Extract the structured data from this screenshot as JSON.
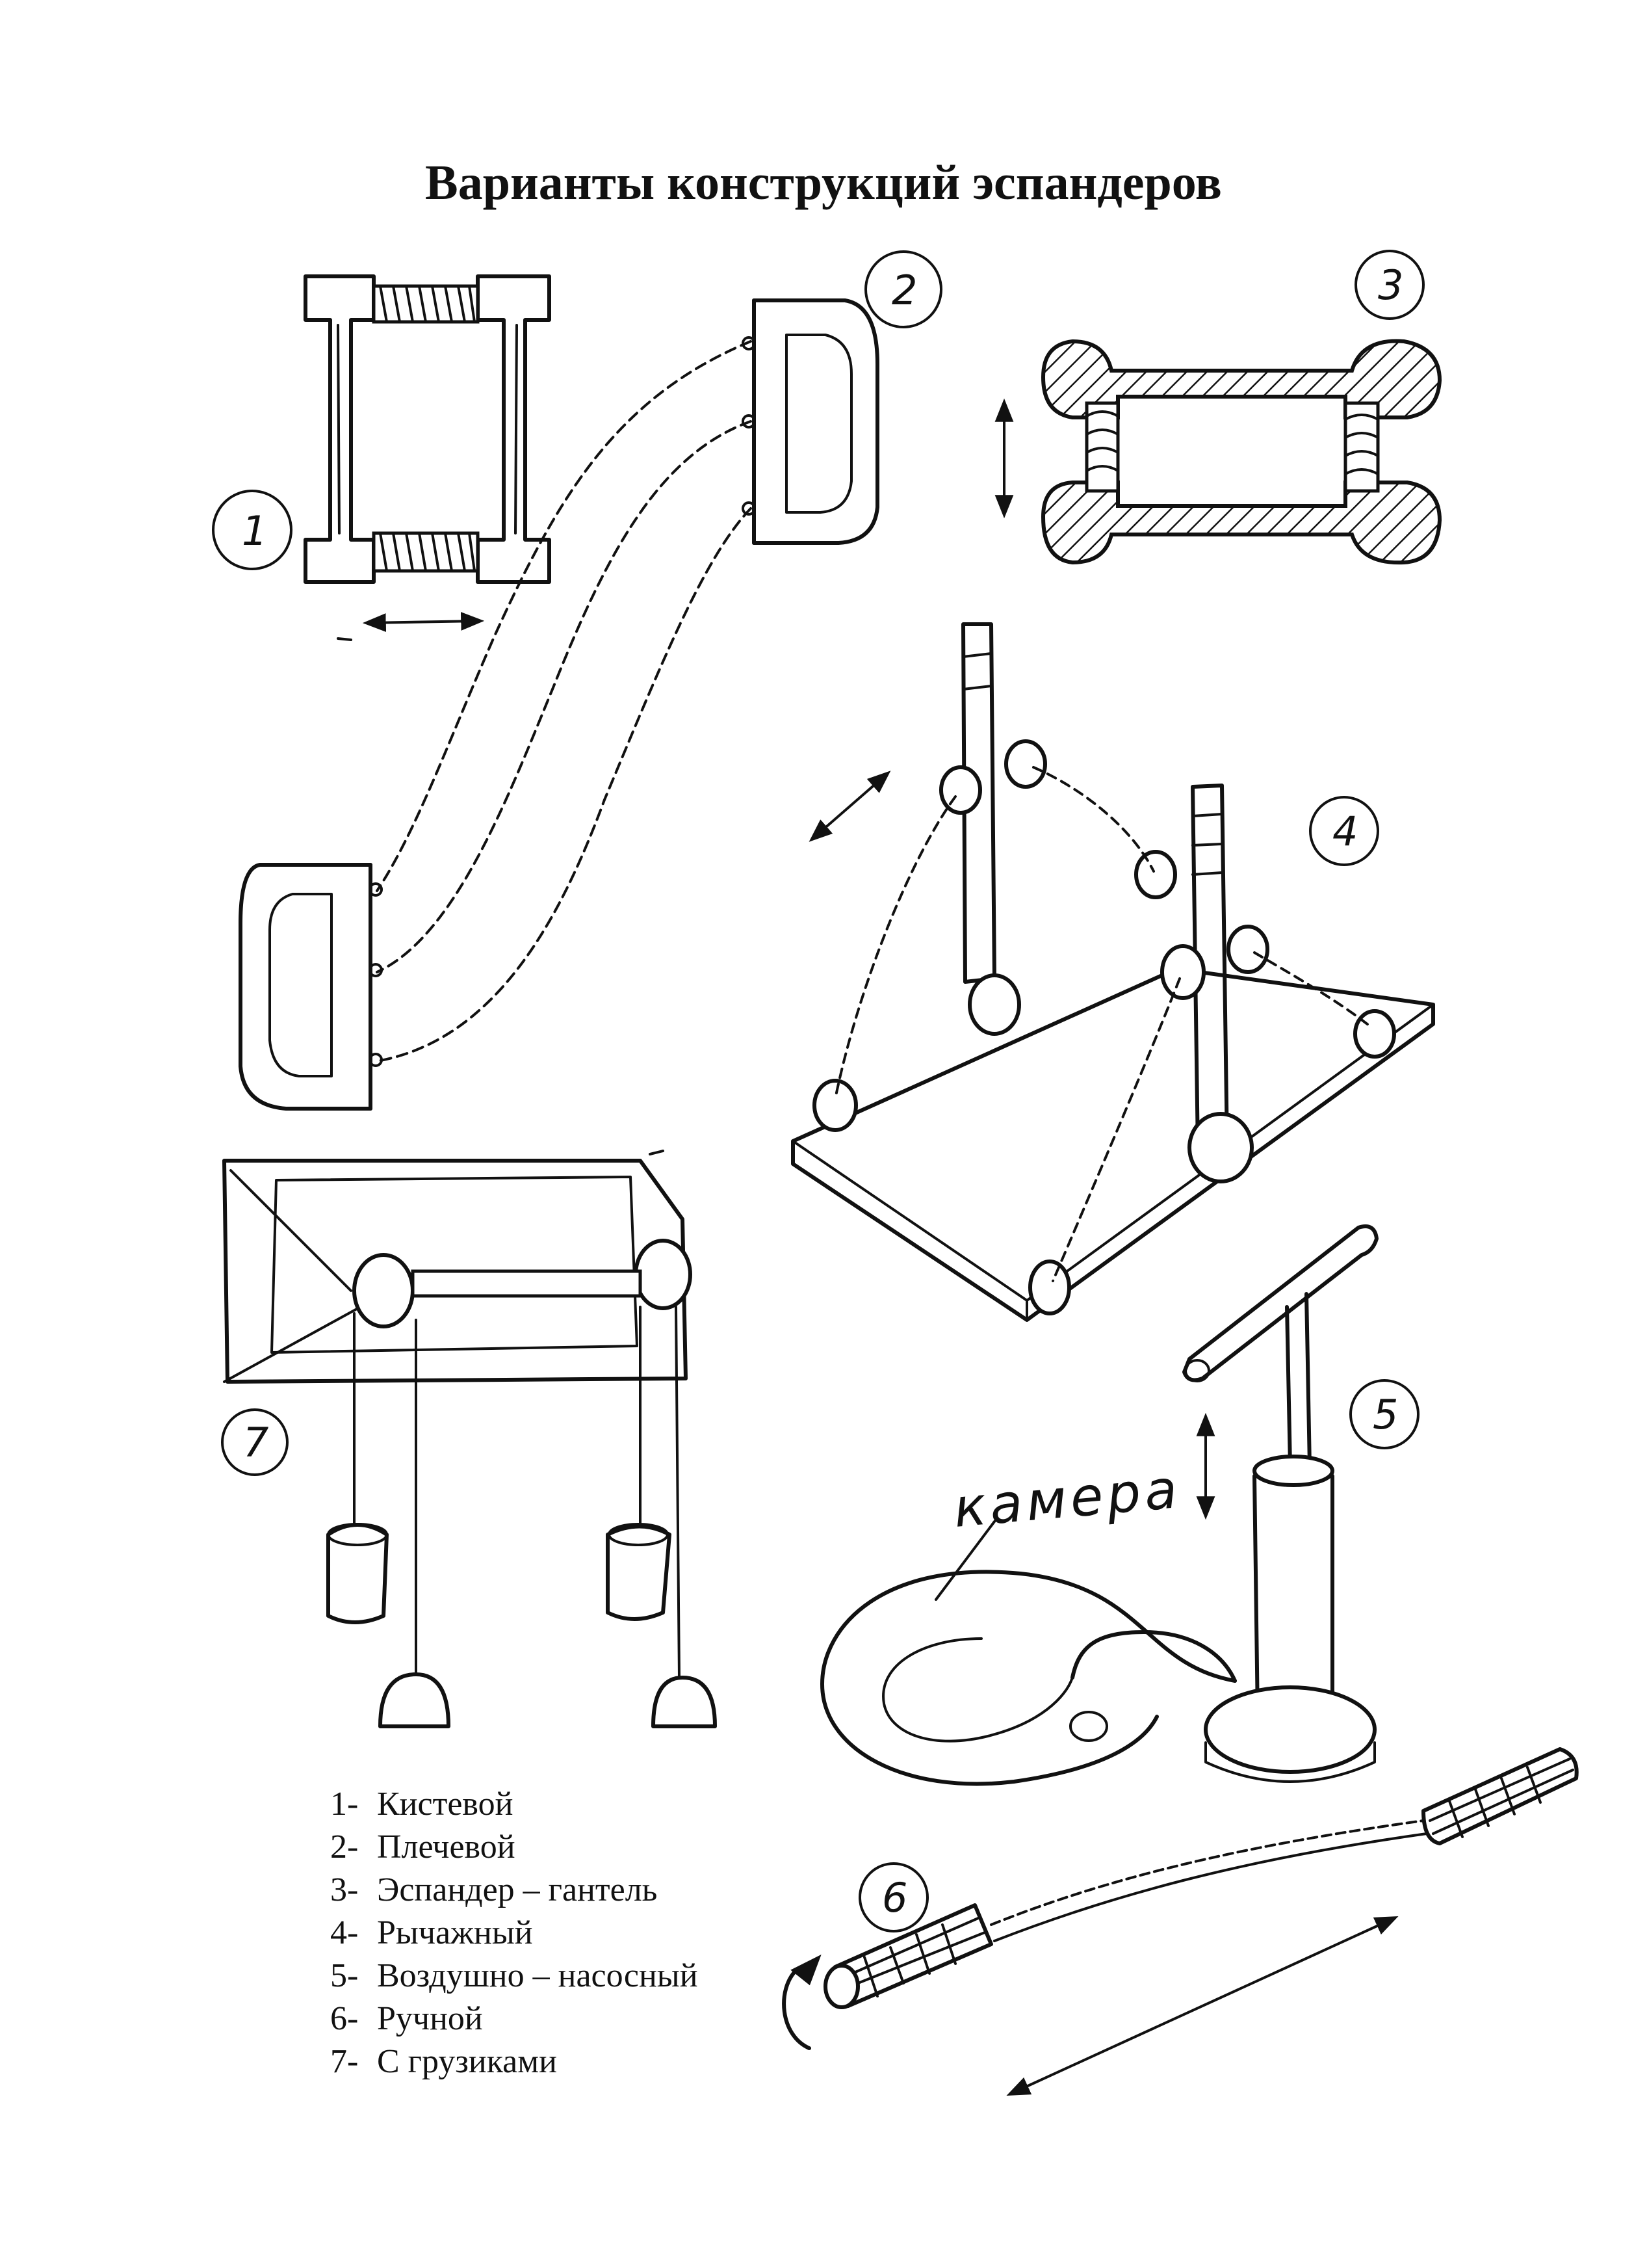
{
  "title": "Варианты конструкций эспандеров",
  "figure_numbers": [
    "1",
    "2",
    "3",
    "4",
    "5",
    "6",
    "7"
  ],
  "labels": {
    "camera": "камера"
  },
  "legend": [
    {
      "num": "1-",
      "label": "Кистевой"
    },
    {
      "num": "2-",
      "label": "Плечевой"
    },
    {
      "num": "3-",
      "label": "Эспандер – гантель"
    },
    {
      "num": "4-",
      "label": "Рычажный"
    },
    {
      "num": "5-",
      "label": "Воздушно – насосный"
    },
    {
      "num": "6-",
      "label": "Ручной"
    },
    {
      "num": "7-",
      "label": "С грузиками"
    }
  ]
}
